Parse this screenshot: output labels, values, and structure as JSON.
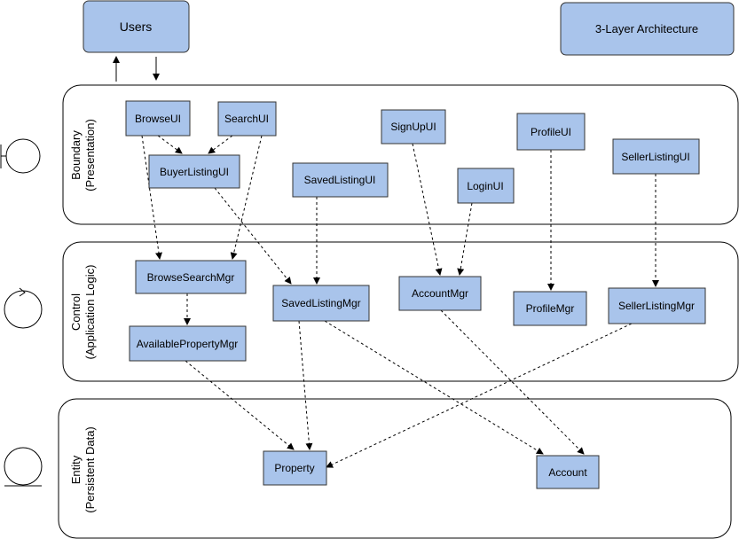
{
  "title": "3-Layer Architecture",
  "actor": "Users",
  "layers": {
    "boundary": {
      "line1": "Boundary",
      "line2": "(Presentation)"
    },
    "control": {
      "line1": "Control",
      "line2": "(Application Logic)"
    },
    "entity": {
      "line1": "Entity",
      "line2": "(Persistent Data)"
    }
  },
  "boundary_components": {
    "browse_ui": "BrowseUI",
    "search_ui": "SearchUI",
    "buyer_listing_ui": "BuyerListingUI",
    "saved_listing_ui": "SavedListingUI",
    "sign_up_ui": "SignUpUI",
    "login_ui": "LoginUI",
    "profile_ui": "ProfileUI",
    "seller_listing_ui": "SellerListingUI"
  },
  "control_components": {
    "browse_search_mgr": "BrowseSearchMgr",
    "available_property_mgr": "AvailablePropertyMgr",
    "saved_listing_mgr": "SavedListingMgr",
    "account_mgr": "AccountMgr",
    "profile_mgr": "ProfileMgr",
    "seller_listing_mgr": "SellerListingMgr"
  },
  "entity_components": {
    "property": "Property",
    "account": "Account"
  },
  "colors": {
    "box_fill": "#a9c4eb",
    "box_stroke": "#333333",
    "line": "#000000"
  }
}
